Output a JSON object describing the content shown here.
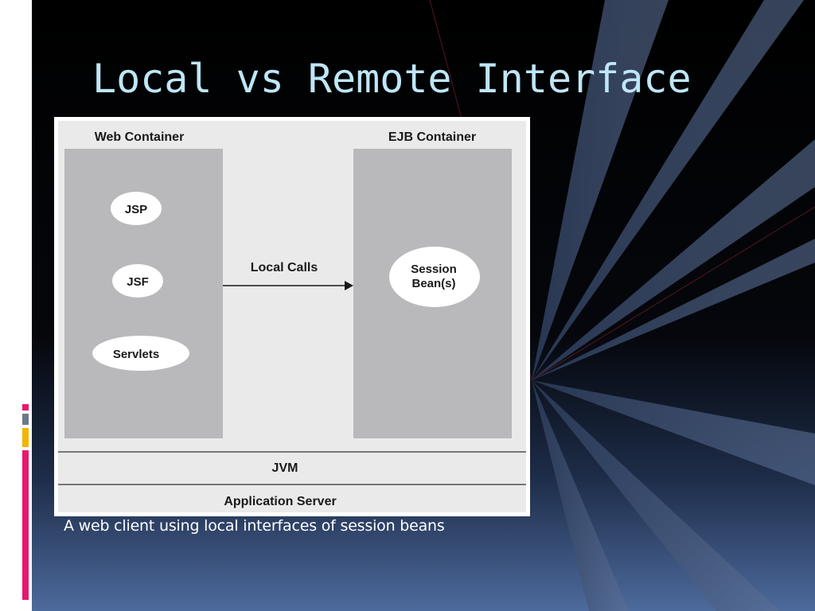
{
  "slide": {
    "title": "Local vs Remote Interface",
    "caption": "A web client using local interfaces of session beans"
  },
  "diagram": {
    "web_container": {
      "label": "Web Container",
      "components": [
        "JSP",
        "JSF",
        "Servlets"
      ]
    },
    "ejb_container": {
      "label": "EJB Container",
      "component_line1": "Session",
      "component_line2": "Bean(s)"
    },
    "connection_label": "Local Calls",
    "jvm_label": "JVM",
    "app_server_label": "Application Server"
  },
  "colors": {
    "title": "#bfe6f7",
    "caption": "#ffffff",
    "diagram_bg": "#eaeaea",
    "container_fill": "#b9b9bb",
    "accent_pink": "#e8176d",
    "accent_gray": "#6b7a8a",
    "accent_yellow": "#f4b400"
  }
}
